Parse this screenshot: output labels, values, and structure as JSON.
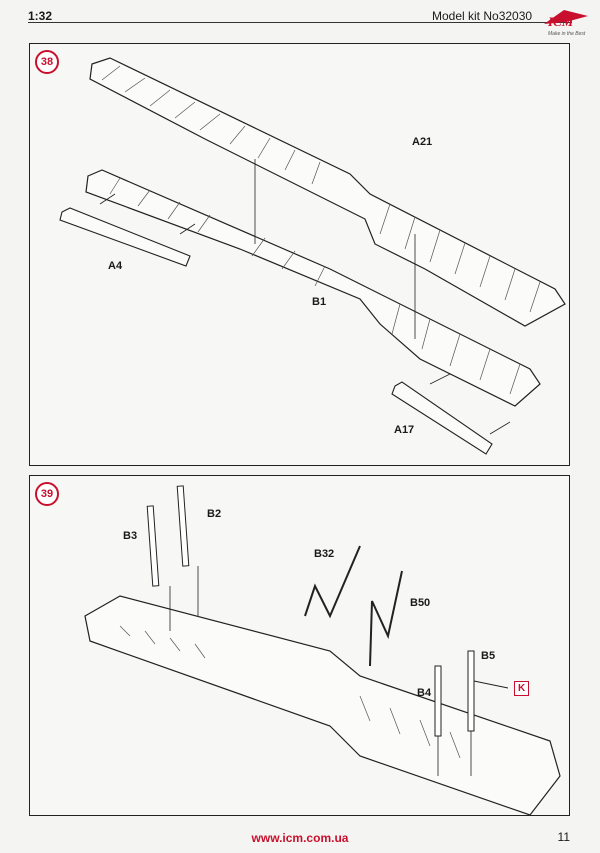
{
  "header": {
    "scale": "1:32",
    "model": "Model kit No32030",
    "logo_text": "ICM",
    "logo_tagline": "Make in the Best"
  },
  "steps": [
    {
      "number": "38",
      "labels": {
        "a21": "A21",
        "a4": "A4",
        "b1": "B1",
        "a17": "A17"
      }
    },
    {
      "number": "39",
      "labels": {
        "b3": "B3",
        "b2": "B2",
        "b32": "B32",
        "b50": "B50",
        "b5": "B5",
        "b4": "B4",
        "k": "K"
      }
    }
  ],
  "footer": {
    "url": "www.icm.com.ua",
    "page": "11"
  },
  "colors": {
    "accent": "#c8102e",
    "line": "#222222"
  }
}
